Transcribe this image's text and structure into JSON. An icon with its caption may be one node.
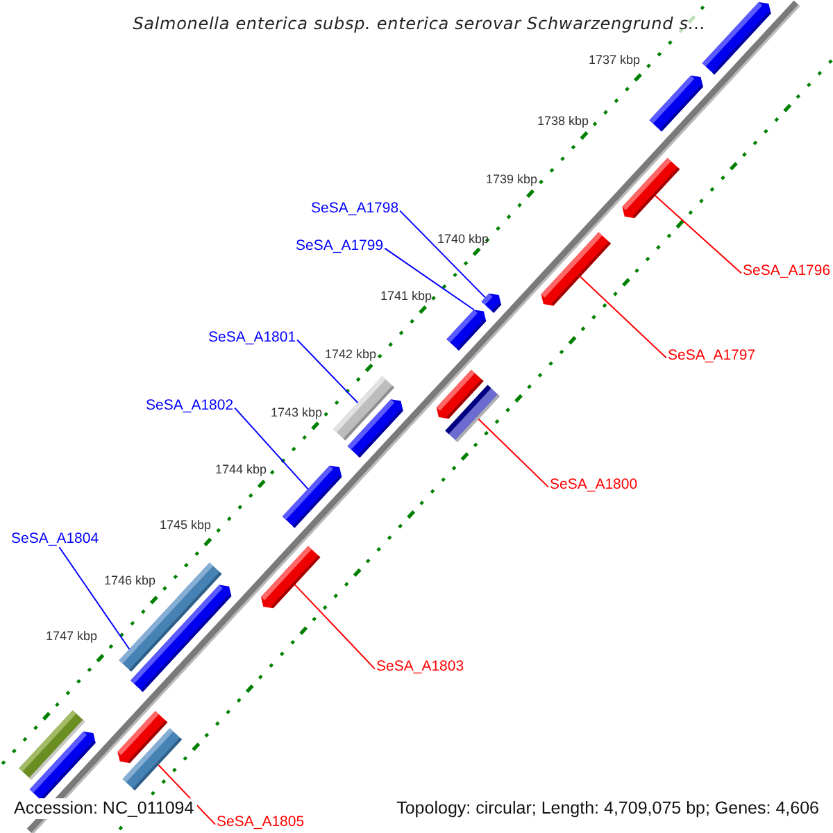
{
  "diagram": {
    "title": "Salmonella enterica subsp. enterica serovar Schwarzengrund s...",
    "nodes": [
      {
        "text": [
          "SeSA_A1798"
        ]
      },
      {
        "text": [
          "SeSA_A1799"
        ]
      },
      {
        "text": [
          "SeSA_A1796"
        ]
      },
      {
        "text": [
          "SeSA_A1801"
        ]
      },
      {
        "text": [
          "SeSA_A1797"
        ]
      },
      {
        "text": [
          "SeSA_A1802"
        ]
      },
      {
        "text": [
          "SeSA_A1800"
        ]
      },
      {
        "text": [
          "SeSA_A1804"
        ]
      },
      {
        "text": [
          "SeSA_A1803"
        ]
      },
      {
        "text": [
          "SeSA_A1805"
        ]
      },
      {
        "text": [],
        "shape": "arrow"
      },
      {
        "text": [],
        "shape": "arrow"
      },
      {
        "text": [],
        "shape": "arrow"
      },
      {
        "text": [],
        "shape": "arrow"
      },
      {
        "text": [],
        "shape": "arrow"
      },
      {
        "text": [],
        "shape": "arrow"
      },
      {
        "text": [],
        "shape": "arrow"
      },
      {
        "text": [],
        "shape": "box"
      },
      {
        "text": [],
        "shape": "box"
      },
      {
        "text": [],
        "shape": "arrow"
      },
      {
        "text": [],
        "shape": "arrow"
      },
      {
        "text": [],
        "shape": "arrow"
      },
      {
        "text": [],
        "shape": "box"
      },
      {
        "text": [],
        "shape": "arrow"
      },
      {
        "text": [],
        "shape": "box"
      },
      {
        "text": [],
        "shape": "arrow"
      },
      {
        "text": [],
        "shape": "arrow"
      },
      {
        "text": [],
        "shape": "box"
      }
    ],
    "edges": [
      {
        "from": 0,
        "to": 14,
        "arrow": "none",
        "color": "#0000ff"
      },
      {
        "from": 1,
        "to": 15,
        "arrow": "none",
        "color": "#0000ff"
      },
      {
        "from": 2,
        "to": 12,
        "arrow": "none",
        "color": "#ff0000"
      },
      {
        "from": 3,
        "to": 17,
        "arrow": "none",
        "color": "#0000ff"
      },
      {
        "from": 4,
        "to": 13,
        "arrow": "none",
        "color": "#ff0000"
      },
      {
        "from": 5,
        "to": 20,
        "arrow": "none",
        "color": "#0000ff"
      },
      {
        "from": 6,
        "to": 18,
        "arrow": "none",
        "color": "#ff0000"
      },
      {
        "from": 7,
        "to": 22,
        "arrow": "none",
        "color": "#0000ff"
      },
      {
        "from": 8,
        "to": 21,
        "arrow": "none",
        "color": "#ff0000"
      },
      {
        "from": 9,
        "to": 27,
        "arrow": "none",
        "color": "#ff0000"
      }
    ],
    "labels": [
      "1737 kbp",
      "1738 kbp",
      "1739 kbp",
      "1740 kbp",
      "1741 kbp",
      "1742 kbp",
      "1743 kbp",
      "1744 kbp",
      "1745 kbp",
      "1746 kbp",
      "1747 kbp",
      "Accession: NC_011094",
      "Topology: circular; Length: 4,709,075 bp; Genes: 4,606"
    ]
  }
}
